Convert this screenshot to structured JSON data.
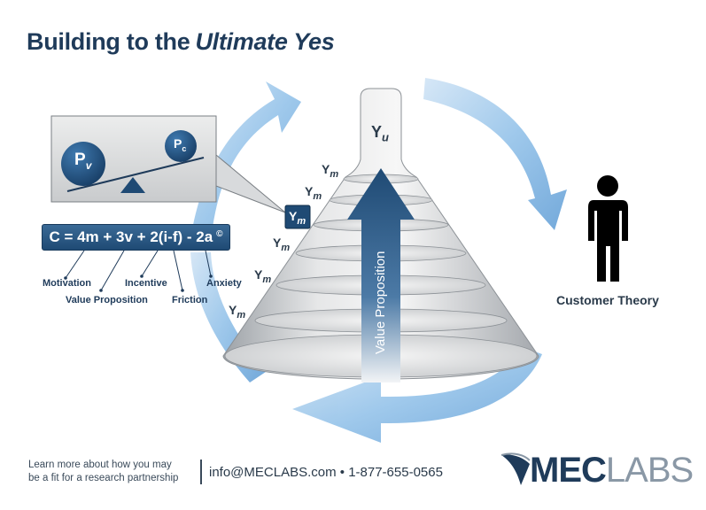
{
  "title": {
    "main": "Building to the",
    "emphasis": "Ultimate Yes"
  },
  "balance": {
    "left_label": "P",
    "left_sub": "v",
    "right_label": "P",
    "right_sub": "c"
  },
  "formula": {
    "text": "C = 4m + 3v + 2(i-f) - 2a",
    "mark": "©"
  },
  "variables": {
    "motivation": "Motivation",
    "value_proposition": "Value Proposition",
    "incentive": "Incentive",
    "friction": "Friction",
    "anxiety": "Anxiety"
  },
  "cone": {
    "top_label": "Y",
    "top_sub": "u",
    "step_label": "Y",
    "step_sub": "m",
    "arrow_label": "Value Proposition"
  },
  "customer": {
    "label": "Customer Theory"
  },
  "footer": {
    "line1": "Learn more about how you may",
    "line2": "be a fit for a research partnership",
    "contact": "info@MECLABS.com • 1-877-655-0565",
    "logo_mec": "MEC",
    "logo_labs": "LABS"
  },
  "colors": {
    "navy": "#1f3b5a",
    "arrow_blue": "#6fa7d8",
    "cone_gray": "#d6d8da"
  }
}
